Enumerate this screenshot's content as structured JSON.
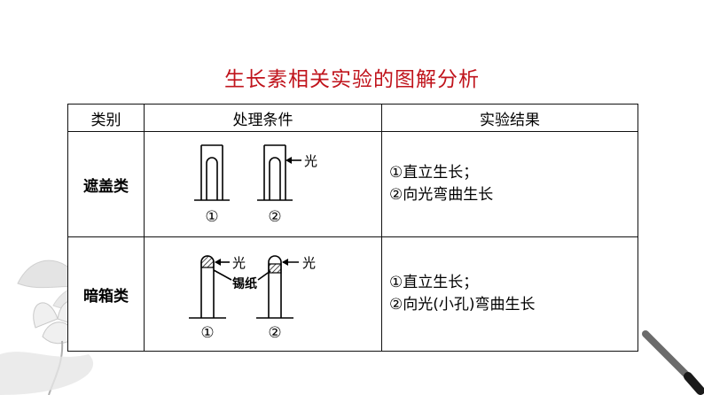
{
  "title": "生长素相关实验的图解分析",
  "table": {
    "headers": [
      "类别",
      "处理条件",
      "实验结果"
    ],
    "rows": [
      {
        "category": "遮盖类",
        "diagram": {
          "light_label": "光",
          "markers": [
            "①",
            "②"
          ]
        },
        "results": [
          "①直立生长；",
          "②向光弯曲生长"
        ]
      },
      {
        "category": "暗箱类",
        "diagram": {
          "light_label_1": "光",
          "light_label_2": "光",
          "foil_label": "锡纸",
          "markers": [
            "①",
            "②"
          ]
        },
        "results": [
          "①直立生长；",
          "②向光(小孔)弯曲生长"
        ]
      }
    ]
  },
  "colors": {
    "title": "#c0141c",
    "border": "#111111"
  }
}
